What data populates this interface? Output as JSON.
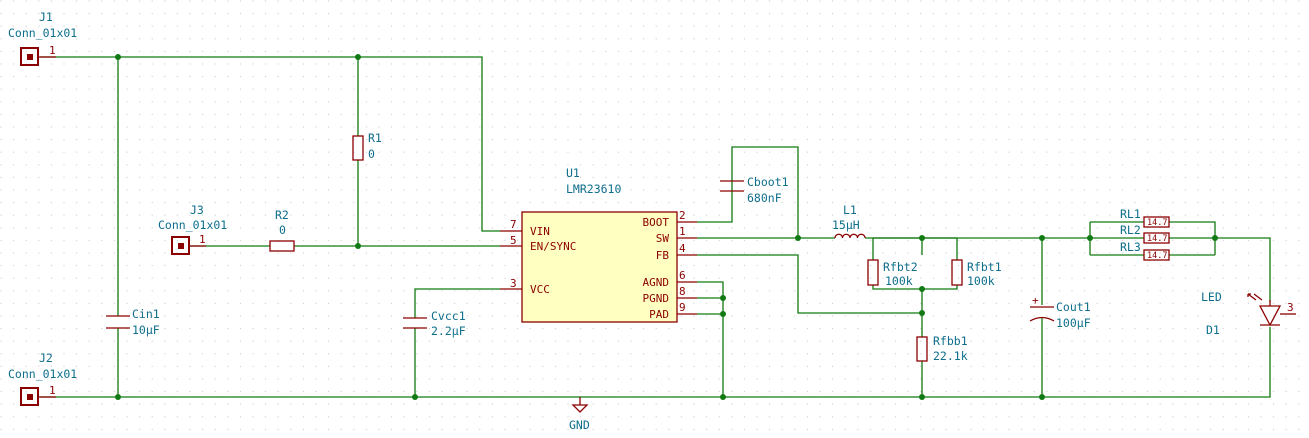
{
  "colors": {
    "wire": "#127a12",
    "body": "#8b0000",
    "text": "#0e6e8c",
    "ic_fill": "#ffffc2",
    "grid": "#c8c8c8"
  },
  "connectors": {
    "j1": {
      "ref": "J1",
      "value": "Conn_01x01",
      "pin": "1"
    },
    "j2": {
      "ref": "J2",
      "value": "Conn_01x01",
      "pin": "1"
    },
    "j3": {
      "ref": "J3",
      "value": "Conn_01x01",
      "pin": "1"
    }
  },
  "ic": {
    "ref": "U1",
    "value": "LMR23610",
    "pins": {
      "vin": {
        "name": "VIN",
        "num": "7"
      },
      "en": {
        "name": "EN/SYNC",
        "num": "5"
      },
      "vcc": {
        "name": "VCC",
        "num": "3"
      },
      "boot": {
        "name": "BOOT",
        "num": "2"
      },
      "sw": {
        "name": "SW",
        "num": "1"
      },
      "fb": {
        "name": "FB",
        "num": "4"
      },
      "agnd": {
        "name": "AGND",
        "num": "6"
      },
      "pgnd": {
        "name": "PGND",
        "num": "8"
      },
      "pad": {
        "name": "PAD",
        "num": "9"
      }
    }
  },
  "components": {
    "r1": {
      "ref": "R1",
      "value": "0"
    },
    "r2": {
      "ref": "R2",
      "value": "0"
    },
    "cin1": {
      "ref": "Cin1",
      "value": "10µF"
    },
    "cvcc1": {
      "ref": "Cvcc1",
      "value": "2.2µF"
    },
    "cboot1": {
      "ref": "Cboot1",
      "value": "680nF"
    },
    "l1": {
      "ref": "L1",
      "value": "15µH"
    },
    "rfbt2": {
      "ref": "Rfbt2",
      "value": "100k"
    },
    "rfbt1": {
      "ref": "Rfbt1",
      "value": "100k"
    },
    "rfbb1": {
      "ref": "Rfbb1",
      "value": "22.1k"
    },
    "cout1": {
      "ref": "Cout1",
      "value": "100µF"
    },
    "rl1": {
      "ref": "RL1",
      "value": "14.7"
    },
    "rl2": {
      "ref": "RL2",
      "value": "14.7"
    },
    "rl3": {
      "ref": "RL3",
      "value": "14.7"
    },
    "d1": {
      "ref": "D1",
      "value": "LED",
      "pin": "3"
    }
  },
  "gnd": {
    "label": "GND"
  }
}
